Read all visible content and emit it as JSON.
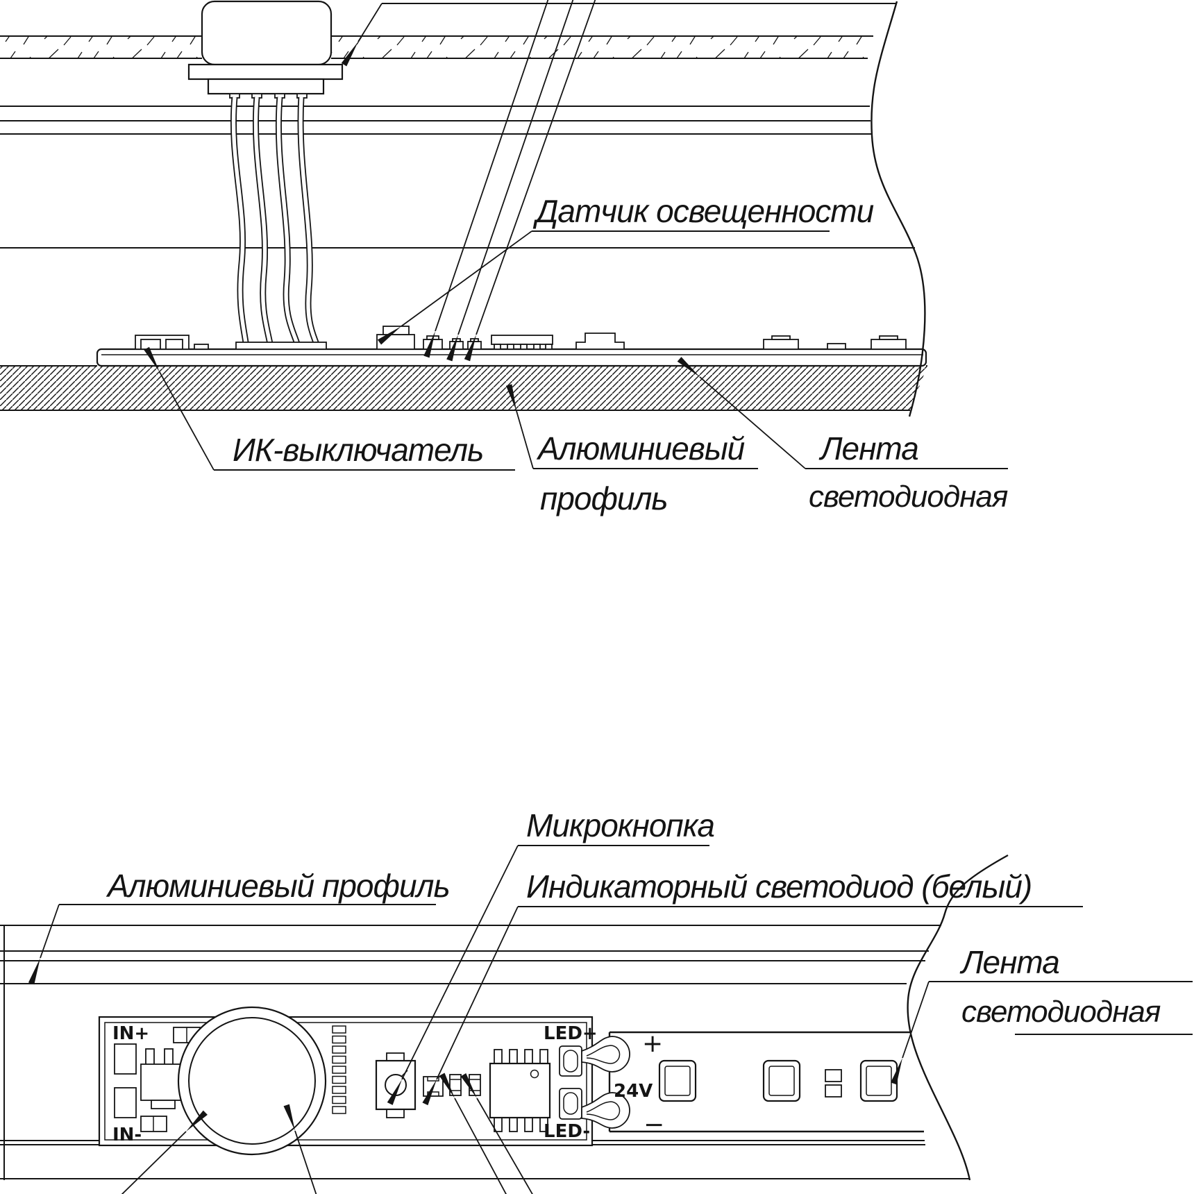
{
  "doc_type": "technical-drawing",
  "colors": {
    "ink": "#141414",
    "background": "#ffffff"
  },
  "top": {
    "labels": {
      "light_sensor": "Датчик освещенности",
      "ir_switch": "ИК-выключатель",
      "aluminum_profile_line1": "Алюминиевый",
      "aluminum_profile_line2": "профиль",
      "led_strip_line1": "Лента",
      "led_strip_line2": "светодиодная"
    }
  },
  "bottom": {
    "labels": {
      "aluminum_profile": "Алюминиевый профиль",
      "micro_button": "Микрокнопка",
      "indicator_led": "Индикаторный светодиод (белый)",
      "led_strip_line1": "Лента",
      "led_strip_line2": "светодиодная"
    },
    "pcb": {
      "in_plus": "IN+",
      "in_minus": "IN-",
      "led_plus": "LED+",
      "led_minus": "LED-",
      "strip_plus": "+",
      "strip_voltage": "24V",
      "strip_minus": "−"
    }
  }
}
